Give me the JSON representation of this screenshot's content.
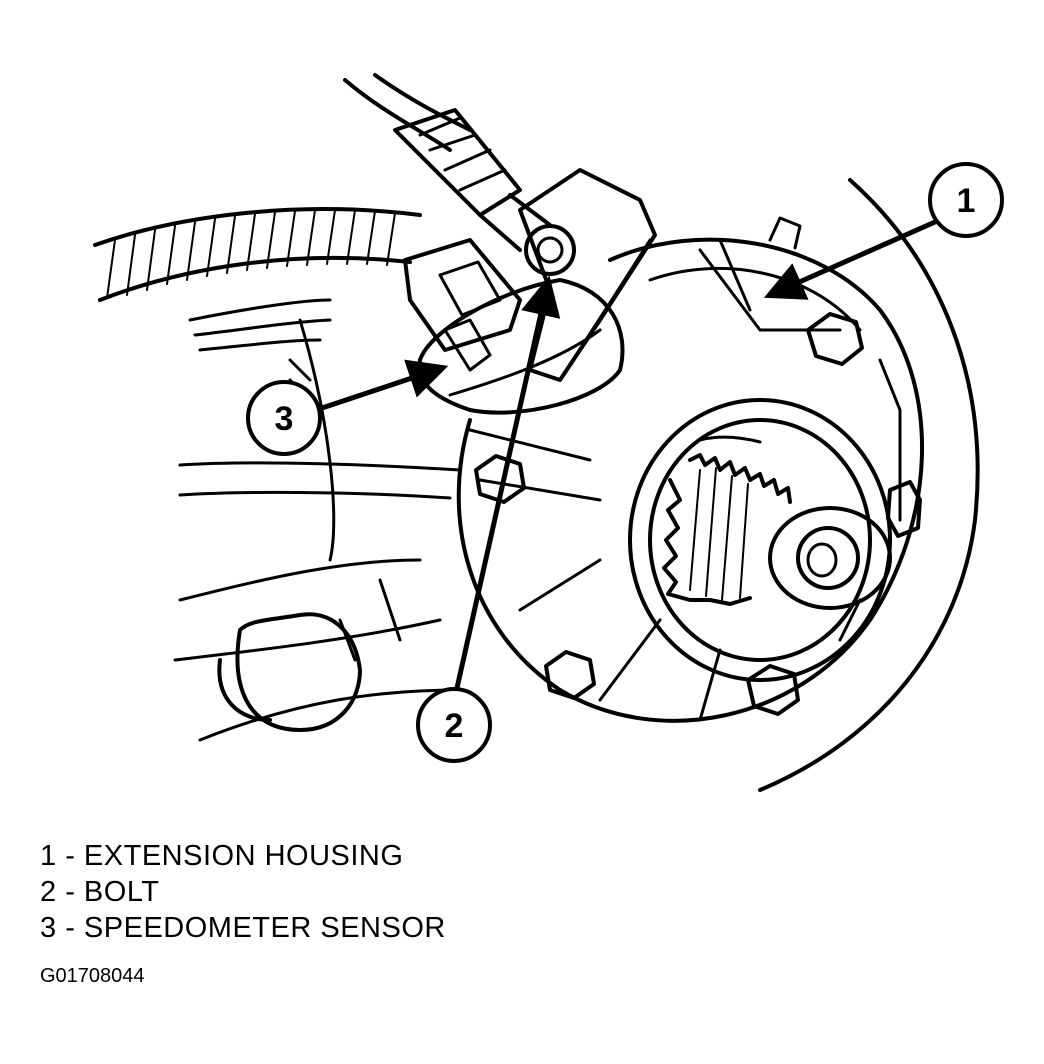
{
  "callouts": [
    {
      "number": "1"
    },
    {
      "number": "2"
    },
    {
      "number": "3"
    }
  ],
  "legend": [
    {
      "number": "1",
      "separator": " - ",
      "label": "EXTENSION HOUSING"
    },
    {
      "number": "2",
      "separator": " - ",
      "label": "BOLT"
    },
    {
      "number": "3",
      "separator": " - ",
      "label": "SPEEDOMETER SENSOR"
    }
  ],
  "figure_id": "G01708044",
  "colors": {
    "ink": "#000000",
    "paper": "#ffffff"
  }
}
